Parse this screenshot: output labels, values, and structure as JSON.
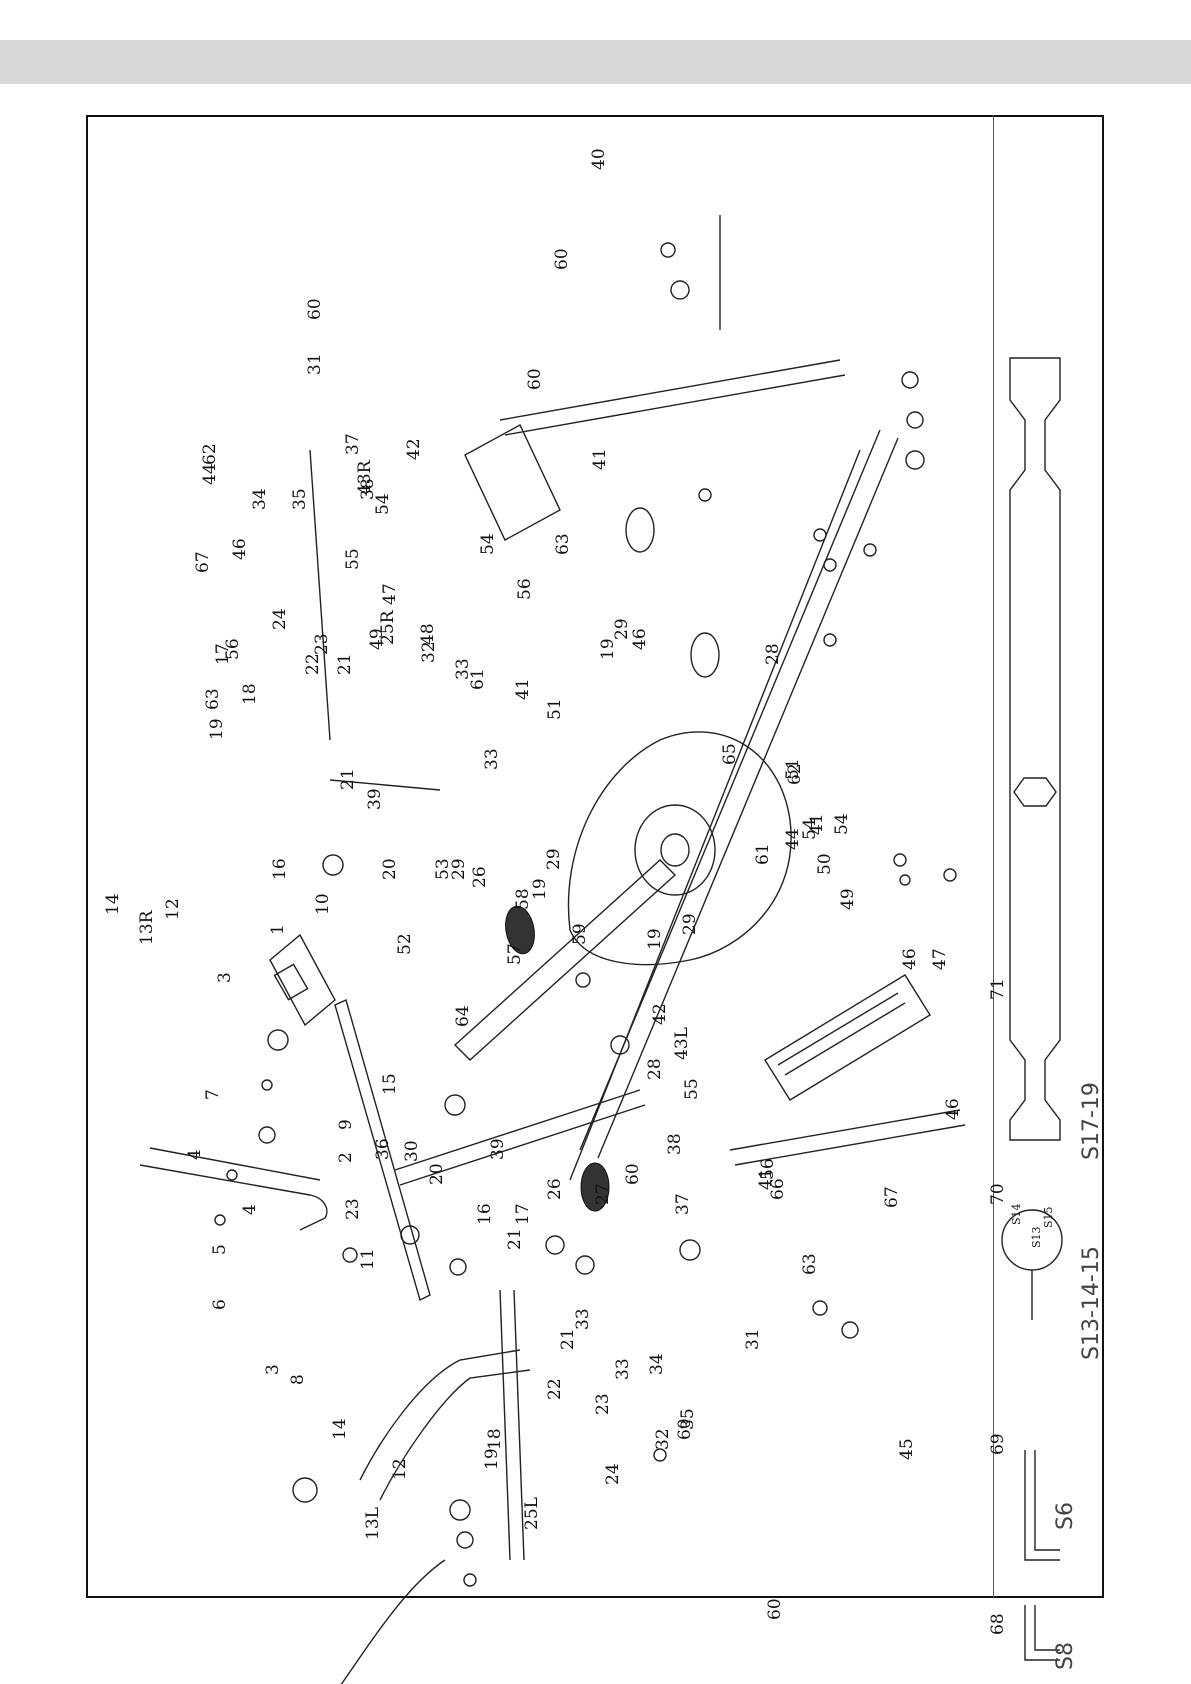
{
  "page": {
    "background": "#ffffff",
    "band_color": "#d8d8d8"
  },
  "part_labels": [
    "1",
    "2",
    "3",
    "4",
    "5",
    "6",
    "7",
    "8",
    "9",
    "10",
    "11",
    "12",
    "13L",
    "13R",
    "14",
    "15",
    "16",
    "17",
    "18",
    "19",
    "20",
    "21",
    "22",
    "23",
    "24",
    "25L",
    "25R",
    "26",
    "27",
    "28",
    "29",
    "30",
    "31",
    "32",
    "33",
    "34",
    "35",
    "36",
    "37",
    "38",
    "39",
    "40",
    "41",
    "42",
    "43L",
    "43R",
    "44",
    "45",
    "46",
    "47",
    "48",
    "49",
    "50",
    "51",
    "52",
    "53",
    "54",
    "55",
    "56",
    "57",
    "58",
    "59",
    "60",
    "61",
    "62",
    "63",
    "64",
    "65",
    "66",
    "67"
  ],
  "tools": [
    {
      "number": "68",
      "marking": "S8"
    },
    {
      "number": "69",
      "marking": "S6"
    },
    {
      "number": "70",
      "marking": "S13-14-15",
      "head_labels": [
        "S13",
        "S14",
        "S15"
      ]
    },
    {
      "number": "71",
      "marking": "S17-19"
    }
  ]
}
